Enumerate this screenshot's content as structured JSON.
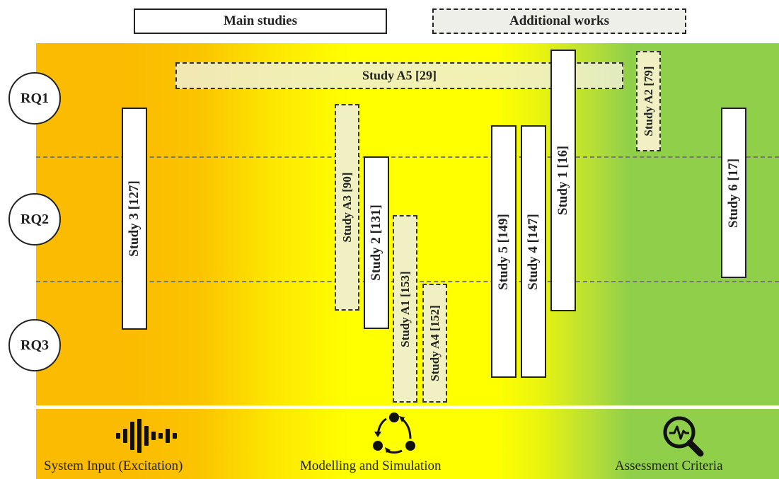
{
  "legend": {
    "main": "Main studies",
    "additional": "Additional works"
  },
  "rq": [
    "RQ1",
    "RQ2",
    "RQ3"
  ],
  "studies": {
    "s3": "Study 3 [127]",
    "a3": "Study A3 [90]",
    "s2": "Study 2 [131]",
    "a1": "Study A1 [153]",
    "a4": "Study A4 [152]",
    "s5": "Study 5 [149]",
    "s4": "Study 4 [147]",
    "s1": "Study 1 [16]",
    "a2": "Study A2 [79]",
    "s6": "Study 6 [17]",
    "a5": "Study A5 [29]"
  },
  "footer": {
    "input": "System Input (Excitation)",
    "modelling": "Modelling and Simulation",
    "assessment": "Assessment Criteria"
  },
  "icons": {
    "input": "sound-wave-icon",
    "modelling": "cycle-arrows-icon",
    "assessment": "magnifier-pulse-icon"
  },
  "colors": {
    "orange": "#fbbb00",
    "yellow": "#ffff00",
    "green": "#8fcf4a"
  }
}
